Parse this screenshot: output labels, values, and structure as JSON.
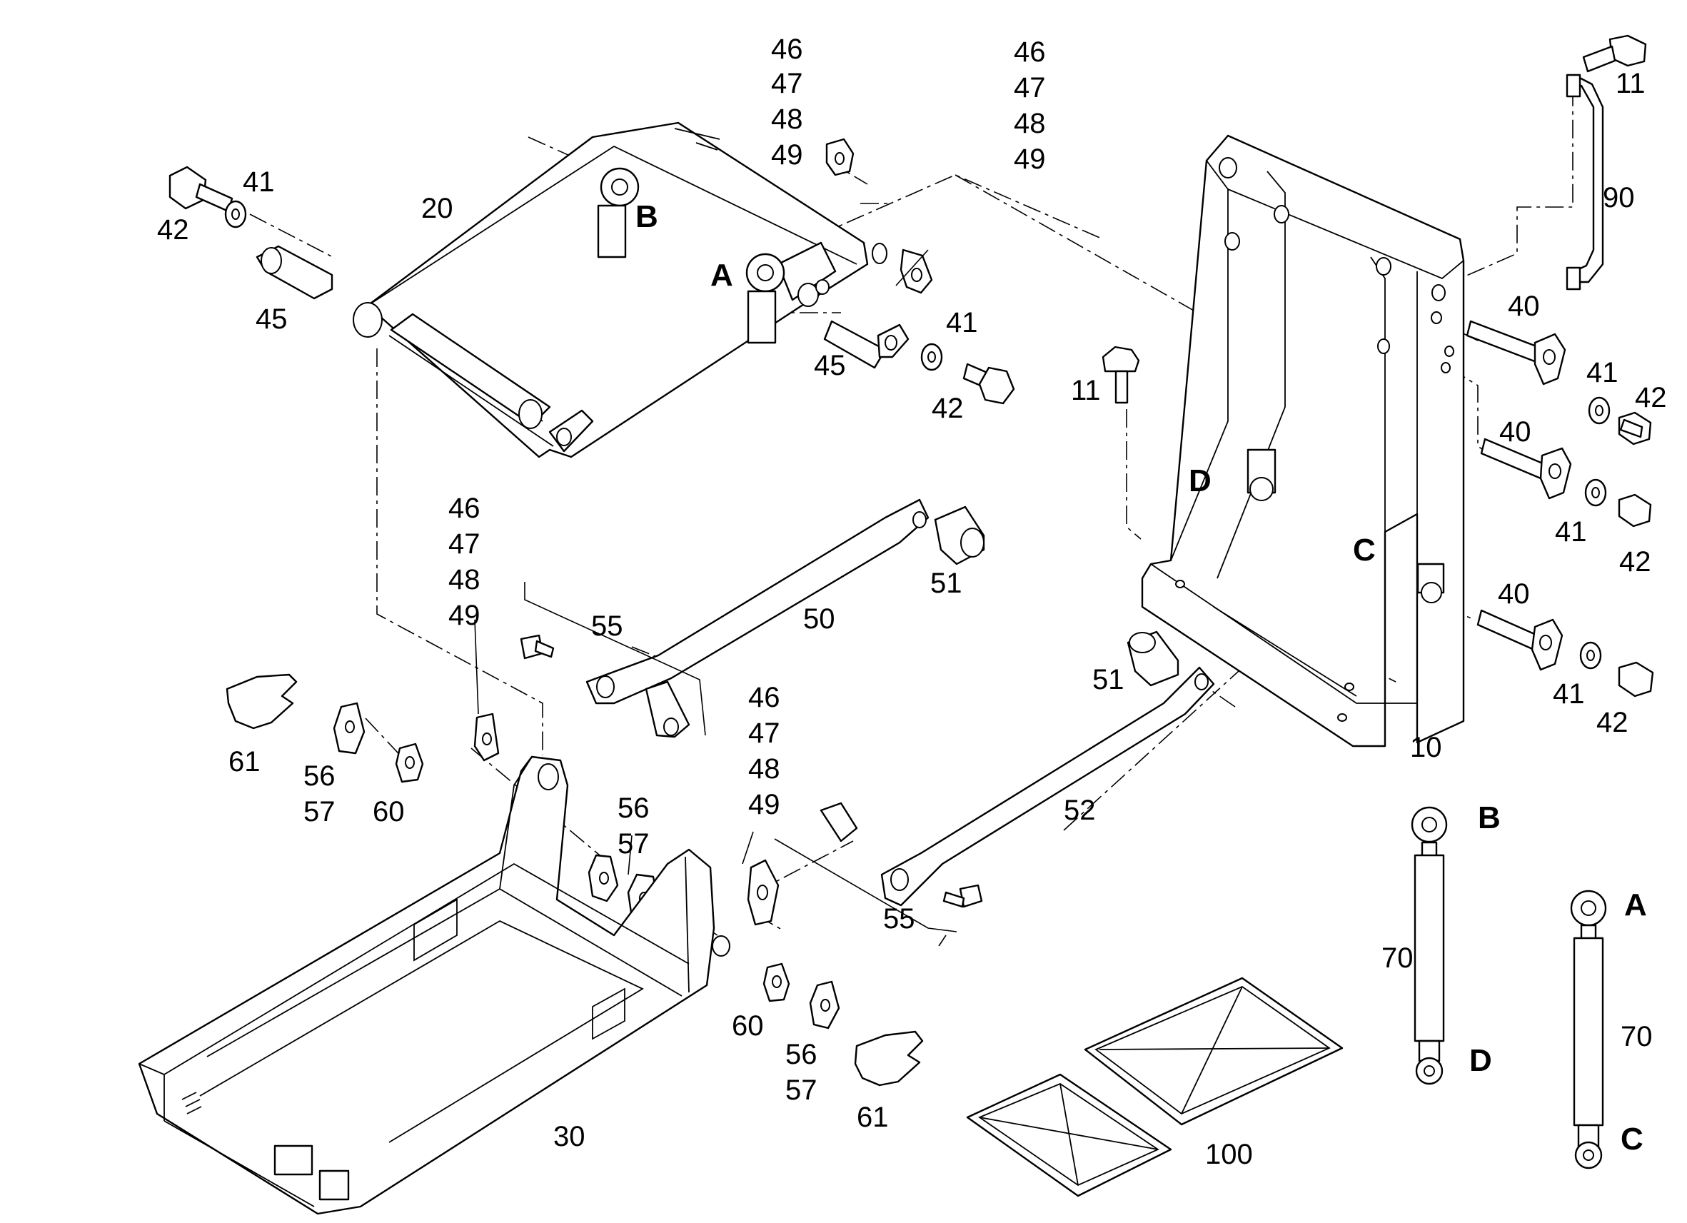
{
  "diagram": {
    "callouts": {
      "c_11": "11",
      "c_10": "10",
      "c_20": "20",
      "c_30": "30",
      "c_40": "40",
      "c_41": "41",
      "c_42": "42",
      "c_45": "45",
      "c_46": "46",
      "c_47": "47",
      "c_48": "48",
      "c_49": "49",
      "c_50": "50",
      "c_51": "51",
      "c_52": "52",
      "c_55": "55",
      "c_56": "56",
      "c_57": "57",
      "c_60": "60",
      "c_61": "61",
      "c_70": "70",
      "c_90": "90",
      "c_100": "100"
    },
    "connection_letters": {
      "A": "A",
      "B": "B",
      "C": "C",
      "D": "D"
    }
  }
}
